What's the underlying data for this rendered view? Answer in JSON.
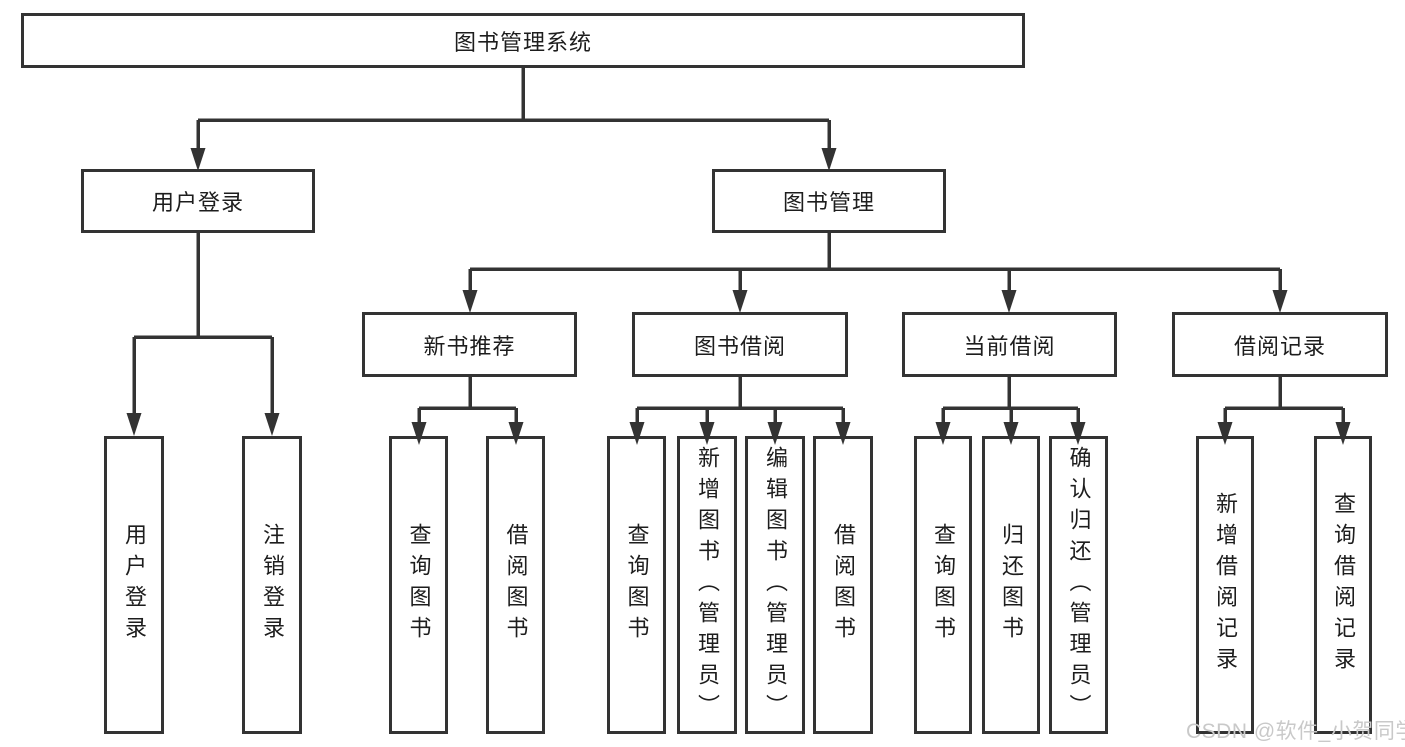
{
  "diagram": {
    "root": {
      "label": "图书管理系统",
      "children": [
        {
          "label": "用户登录",
          "children": [
            {
              "label": "用户登录"
            },
            {
              "label": "注销登录"
            }
          ]
        },
        {
          "label": "图书管理",
          "children": [
            {
              "label": "新书推荐",
              "children": [
                {
                  "label": "查询图书"
                },
                {
                  "label": "借阅图书"
                }
              ]
            },
            {
              "label": "图书借阅",
              "children": [
                {
                  "label": "查询图书"
                },
                {
                  "label": "新增图书（管理员）"
                },
                {
                  "label": "编辑图书（管理员）"
                },
                {
                  "label": "借阅图书"
                }
              ]
            },
            {
              "label": "当前借阅",
              "children": [
                {
                  "label": "查询图书"
                },
                {
                  "label": "归还图书"
                },
                {
                  "label": "确认归还（管理员）"
                }
              ]
            },
            {
              "label": "借阅记录",
              "children": [
                {
                  "label": "新增借阅记录"
                },
                {
                  "label": "查询借阅记录"
                }
              ]
            }
          ]
        }
      ]
    },
    "colors": {
      "line": "#333333",
      "box_background": "#ffffff",
      "text": "#1d1d1d",
      "watermark": "#c9c9c9"
    }
  },
  "watermark": {
    "text": "CSDN @软件_小贺同学"
  }
}
